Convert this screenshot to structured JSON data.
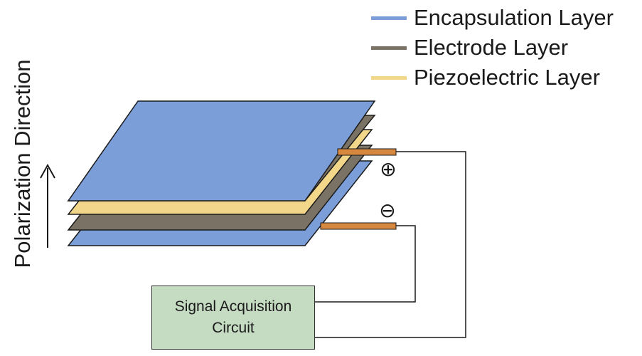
{
  "legend": {
    "items": [
      {
        "label": "Encapsulation Layer",
        "color": "#7b9ed9"
      },
      {
        "label": "Electrode Layer",
        "color": "#7a7264"
      },
      {
        "label": "Piezoelectric Layer",
        "color": "#f2d68a"
      }
    ]
  },
  "axis": {
    "label": "Polarization Direction"
  },
  "terminals": {
    "positive": "⊕",
    "negative": "⊖"
  },
  "circuit": {
    "label": "Signal Acquisition Circuit"
  },
  "colors": {
    "encapsulation": "#7b9ed9",
    "electrode": "#7a7264",
    "piezoelectric": "#f2d68a",
    "electrode_tab": "#d7883f",
    "circuit_fill": "#c5dcc3"
  }
}
